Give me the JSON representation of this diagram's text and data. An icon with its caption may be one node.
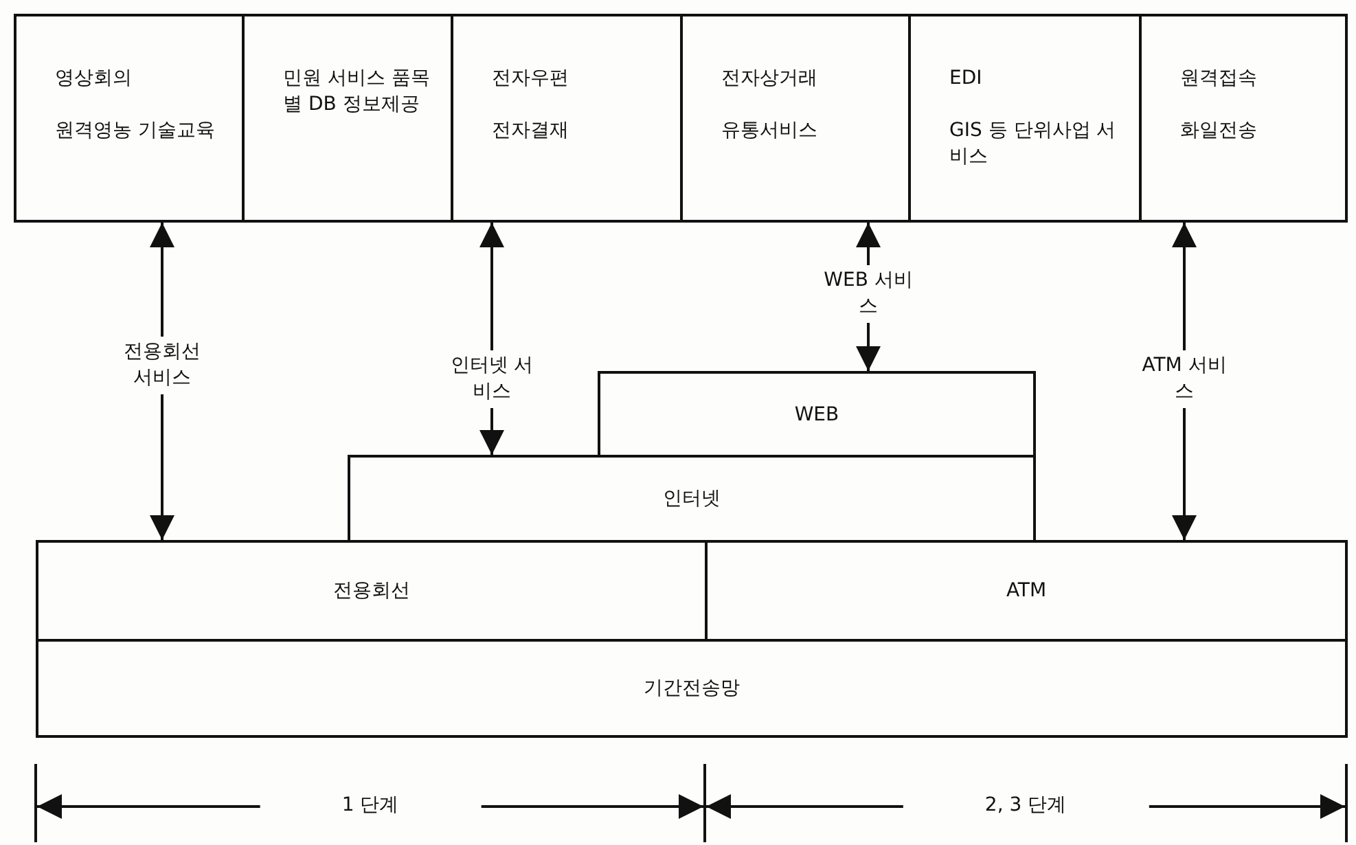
{
  "diagram": {
    "nodes": [
      {
        "text": [
          "영상회의",
          "원격영농 기술교육"
        ]
      },
      {
        "text": [
          "민원 서비스 품목별 DB 정보제공"
        ]
      },
      {
        "text": [
          "전자우편",
          "전자결재"
        ]
      },
      {
        "text": [
          "전자상거래",
          "유통서비스"
        ]
      },
      {
        "text": [
          "EDI",
          "GIS 등 단위사업 서비스"
        ]
      },
      {
        "text": [
          "원격접속",
          "화일전송"
        ]
      },
      {
        "text": [
          "WEB"
        ]
      },
      {
        "text": [
          "인터넷"
        ]
      },
      {
        "text": [
          "전용회선"
        ]
      },
      {
        "text": [
          "ATM"
        ]
      },
      {
        "text": [
          "기간전송망"
        ]
      }
    ],
    "edges": [
      {
        "from": 0,
        "to": 8,
        "arrow": "both",
        "label": "전용회선 서비스"
      },
      {
        "from": 2,
        "to": 7,
        "arrow": "both",
        "label": "인터넷 서비스"
      },
      {
        "from": 3,
        "to": 6,
        "arrow": "both",
        "label": "WEB 서비스"
      },
      {
        "from": 5,
        "to": 9,
        "arrow": "both",
        "label": "ATM 서비스"
      }
    ],
    "labels": [
      "1 단계",
      "2, 3 단계"
    ]
  }
}
